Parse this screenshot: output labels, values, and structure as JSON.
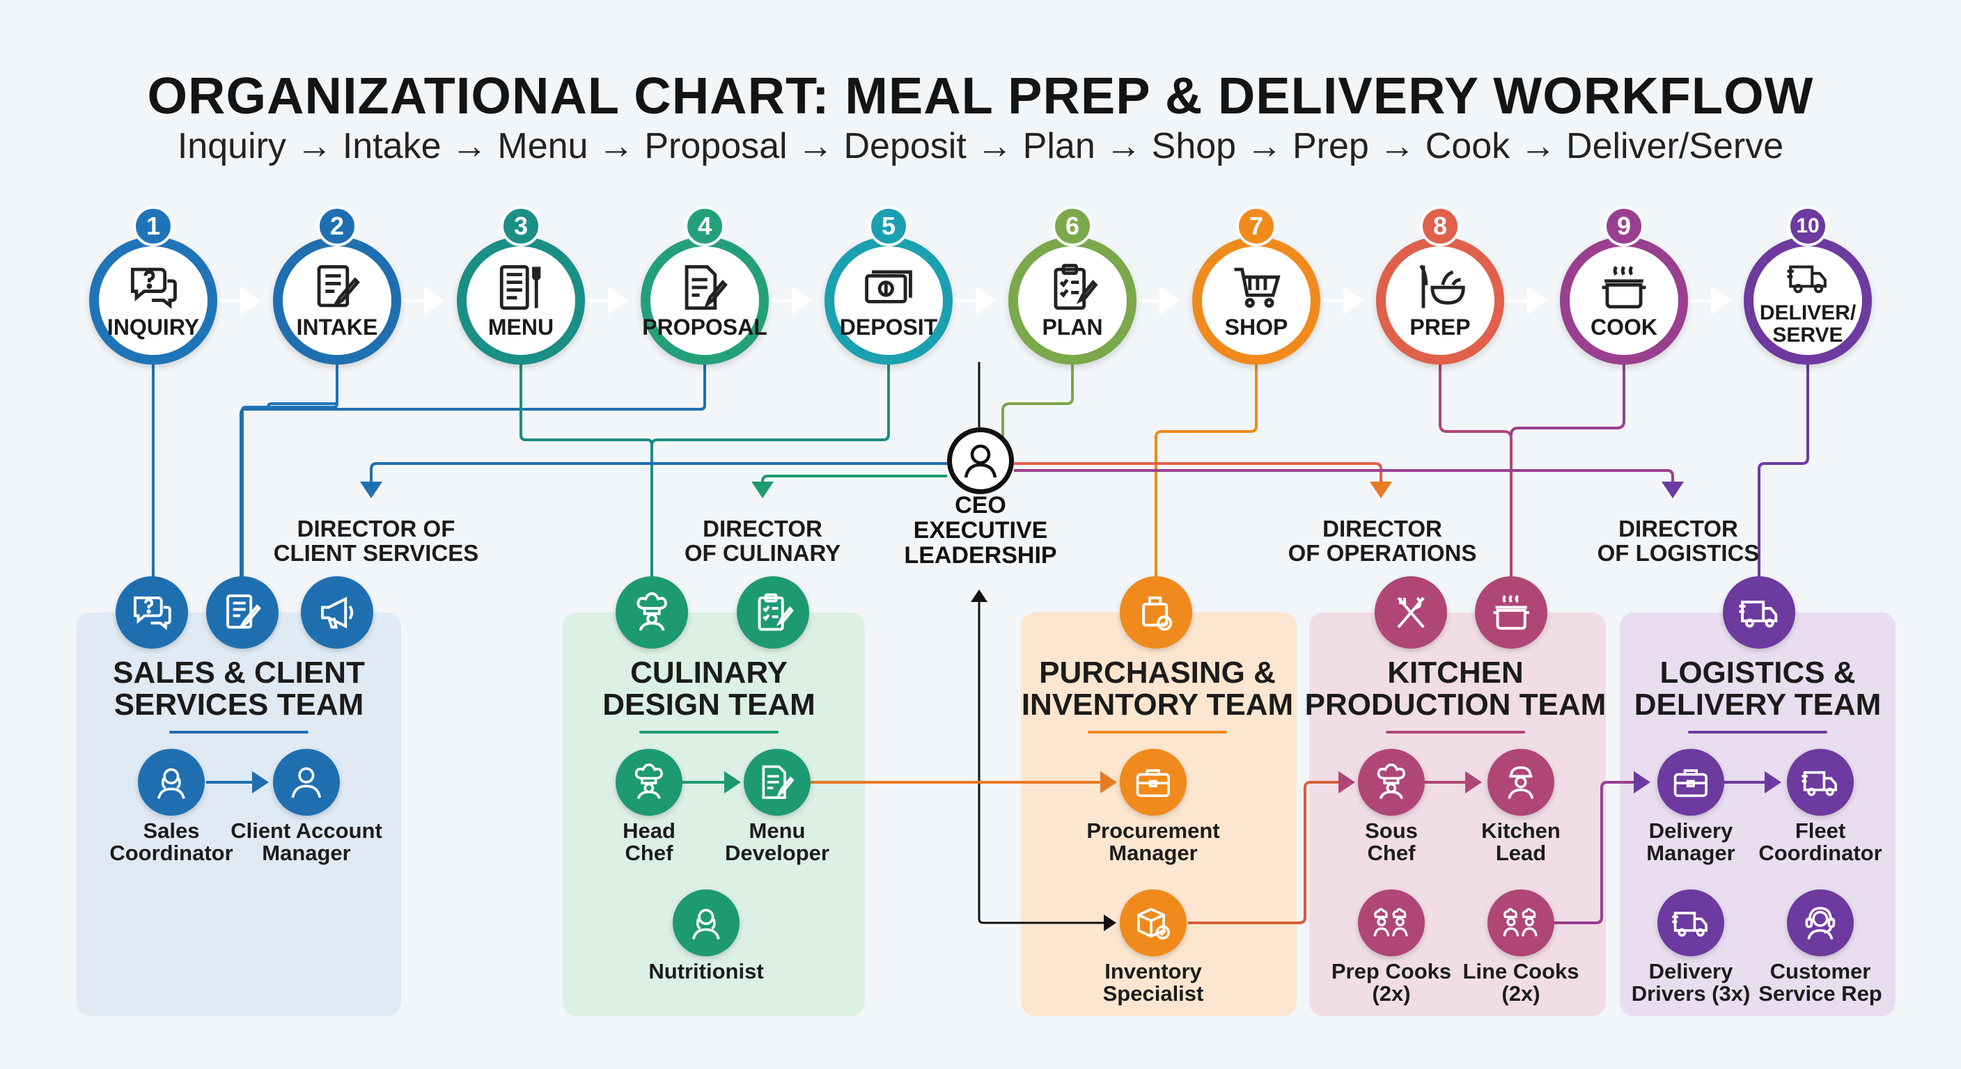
{
  "title": "ORGANIZATIONAL CHART: MEAL PREP & DELIVERY WORKFLOW",
  "subtitle": "Inquiry  → Intake → Menu → Proposal → Deposit → Plan → Shop → Prep → Cook → Deliver/Serve",
  "steps": [
    {
      "num": "1",
      "label": "INQUIRY",
      "icon": "chat-question-icon",
      "color": "#1f74b8"
    },
    {
      "num": "2",
      "label": "INTAKE",
      "icon": "form-edit-icon",
      "color": "#1f6fb0"
    },
    {
      "num": "3",
      "label": "MENU",
      "icon": "menu-card-icon",
      "color": "#1a8f86"
    },
    {
      "num": "4",
      "label": "PROPOSAL",
      "icon": "document-pen-icon",
      "color": "#23a07a"
    },
    {
      "num": "5",
      "label": "DEPOSIT",
      "icon": "money-icon",
      "color": "#1aa0b0"
    },
    {
      "num": "6",
      "label": "PLAN",
      "icon": "clipboard-checklist-icon",
      "color": "#7aa84a"
    },
    {
      "num": "7",
      "label": "SHOP",
      "icon": "cart-icon",
      "color": "#f08a1c"
    },
    {
      "num": "8",
      "label": "PREP",
      "icon": "bowl-knife-icon",
      "color": "#e0604a"
    },
    {
      "num": "9",
      "label": "COOK",
      "icon": "pot-icon",
      "color": "#9a3f8f"
    },
    {
      "num": "10",
      "label": "DELIVER/\nSERVE",
      "icon": "truck-icon",
      "color": "#6d3aa0"
    }
  ],
  "ceo": {
    "label": "CEO\nEXECUTIVE\nLEADERSHIP",
    "icon": "person-icon"
  },
  "directors": {
    "client": "DIRECTOR OF\nCLIENT SERVICES",
    "culinary": "DIRECTOR\nOF CULINARY",
    "operations": "DIRECTOR\nOF OPERATIONS",
    "logistics": "DIRECTOR\nOF LOGISTICS"
  },
  "teams": {
    "sales": {
      "title": "SALES & CLIENT\nSERVICES TEAM",
      "color": "#1f6fb0",
      "roles": [
        {
          "label": "Sales\nCoordinator",
          "icon": "woman-icon"
        },
        {
          "label": "Client Account\nManager",
          "icon": "person-icon"
        }
      ]
    },
    "culinary": {
      "title": "CULINARY\nDESIGN TEAM",
      "color": "#1e9a72",
      "roles": [
        {
          "label": "Head\nChef",
          "icon": "chef-icon"
        },
        {
          "label": "Menu\nDeveloper",
          "icon": "document-pen-icon"
        },
        {
          "label": "Nutritionist",
          "icon": "woman-icon"
        }
      ]
    },
    "purchasing": {
      "title": "PURCHASING &\nINVENTORY TEAM",
      "color": "#f08a1c",
      "roles": [
        {
          "label": "Procurement\nManager",
          "icon": "briefcase-icon"
        },
        {
          "label": "Inventory\nSpecialist",
          "icon": "box-check-icon"
        }
      ]
    },
    "kitchen": {
      "title": "KITCHEN\nPRODUCTION TEAM",
      "color": "#b04676",
      "roles": [
        {
          "label": "Sous\nChef",
          "icon": "chef-icon"
        },
        {
          "label": "Kitchen\nLead",
          "icon": "worker-icon"
        },
        {
          "label": "Prep Cooks\n(2x)",
          "icon": "two-chefs-icon"
        },
        {
          "label": "Line Cooks\n(2x)",
          "icon": "two-chefs-icon"
        }
      ]
    },
    "logistics": {
      "title": "LOGISTICS &\nDELIVERY TEAM",
      "color": "#6d3aa0",
      "roles": [
        {
          "label": "Delivery\nManager",
          "icon": "briefcase-icon"
        },
        {
          "label": "Fleet\nCoordinator",
          "icon": "truck-icon"
        },
        {
          "label": "Delivery\nDrivers (3x)",
          "icon": "truck-icon"
        },
        {
          "label": "Customer\nService Rep",
          "icon": "headset-icon"
        }
      ]
    }
  }
}
